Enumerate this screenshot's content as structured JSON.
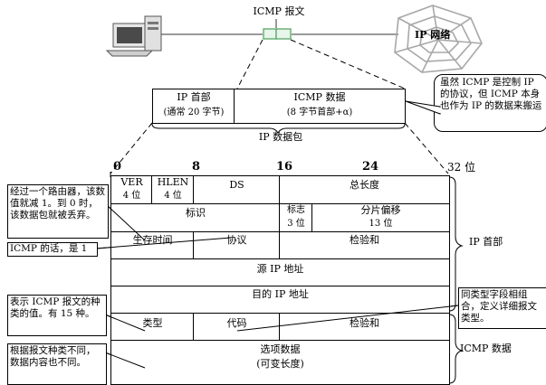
{
  "top": {
    "icmp_message_label": "ICMP 报文",
    "ip_network_label": "IP 网络"
  },
  "packet": {
    "ip_header_title": "IP 首部",
    "ip_header_sub": "(通常 20 字节)",
    "icmp_data_title": "ICMP 数据",
    "icmp_data_sub": "(8 字节首部+α)",
    "ip_datagram_label": "IP 数据包"
  },
  "callout_top": "虽然 ICMP 是控制 IP 的协议，但 ICMP 本身也作为 IP 的数据来搬运",
  "bits": {
    "b0": "0",
    "b8": "8",
    "b16": "16",
    "b24": "24",
    "b32": "32 位"
  },
  "fields": {
    "ver": "VER",
    "ver_size": "4 位",
    "hlen": "HLEN",
    "hlen_size": "4 位",
    "ds": "DS",
    "total_length": "总长度",
    "identification": "标识",
    "flags": "标志",
    "flags_size": "3 位",
    "fragment_offset": "分片偏移",
    "fragment_offset_size": "13 位",
    "ttl": "生存时间",
    "protocol": "协议",
    "ip_checksum": "检验和",
    "src_ip": "源 IP 地址",
    "dst_ip": "目的 IP 地址",
    "type": "类型",
    "code": "代码",
    "icmp_checksum": "检验和",
    "option_data": "选项数据",
    "option_data_sub": "(可变长度)"
  },
  "side_labels": {
    "ip_header": "IP 首部",
    "icmp_data": "ICMP 数据"
  },
  "notes": {
    "ttl_note": "经过一个路由器，该数值就减 1。到 0 时，该数据包就被丢弃。",
    "protocol_note": "ICMP 的话，是 1",
    "type_note": "表示 ICMP 报文的种类的值。有 15 种。",
    "option_note": "根据报文种类不同，数据内容也不同。",
    "code_note": "同类型字段相组合，定义详细报文类型。"
  },
  "colors": {
    "line": "#000000",
    "network_gray": "#9a9a9a",
    "icmp_green": "#4aa05a"
  }
}
